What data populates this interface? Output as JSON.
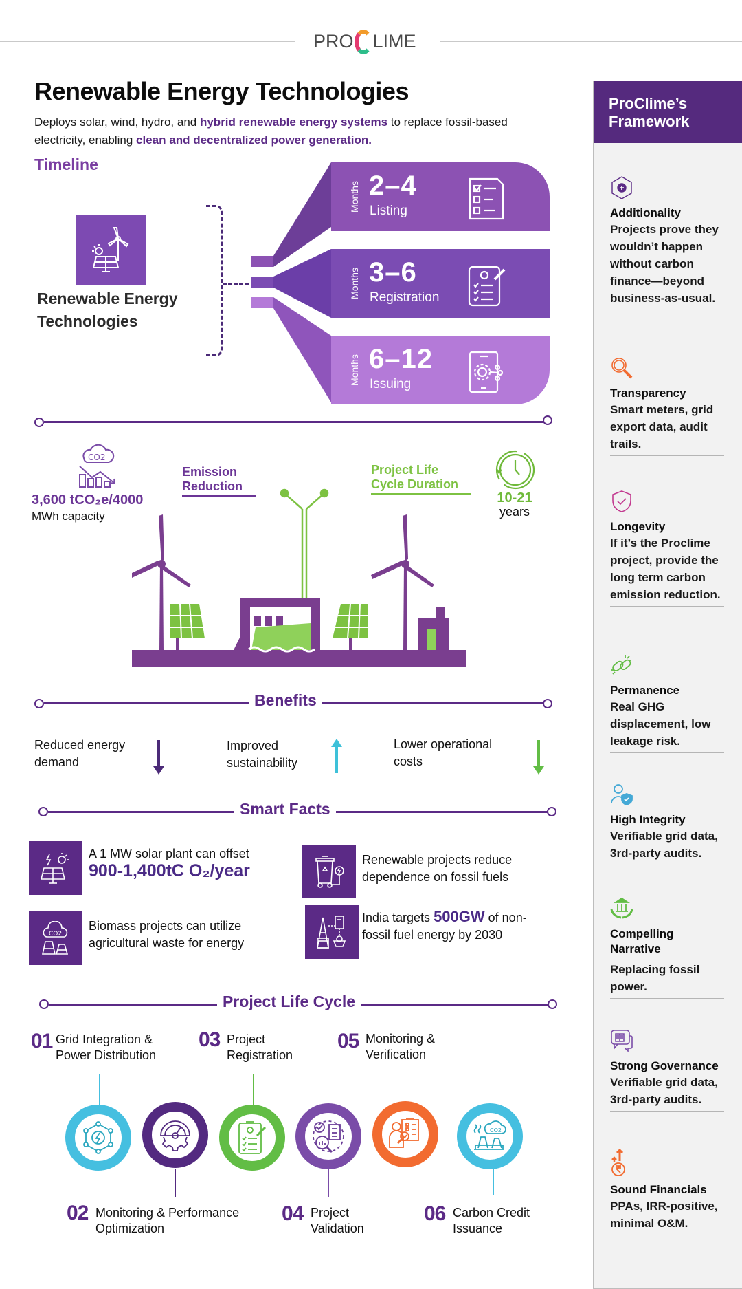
{
  "brand": {
    "logo_left": "PRO",
    "logo_right": "LIME"
  },
  "header": {
    "title": "Renewable Energy Technologies",
    "subtitle_parts": [
      "Deploys solar, wind, hydro, and ",
      "hybrid renewable energy systems",
      " to replace fossil-based electricity, enabling ",
      "clean and decentralized power generation."
    ]
  },
  "timeline": {
    "heading": "Timeline",
    "technology_label": "Renewable Energy Technologies",
    "stages": [
      {
        "unit": "Months",
        "range": "2–4",
        "label": "Listing",
        "icon": "checklist-icon",
        "color": "#8c52b3"
      },
      {
        "unit": "Months",
        "range": "3–6",
        "label": "Registration",
        "icon": "clipboard-user-icon",
        "color": "#7b4cb3"
      },
      {
        "unit": "Months",
        "range": "6–12",
        "label": "Issuing",
        "icon": "tablet-gear-icon",
        "color": "#b47ad8"
      }
    ]
  },
  "emission": {
    "value": "3,600 tCO₂e/4000",
    "value_sub": "MWh capacity",
    "label": "Emission Reduction",
    "lifecycle_label": "Project Life Cycle Duration",
    "lifecycle_value": "10-21",
    "lifecycle_unit": "years"
  },
  "benefits": {
    "heading": "Benefits",
    "items": [
      {
        "text": "Reduced energy demand",
        "direction": "down",
        "color": "#4b2a78"
      },
      {
        "text": "Improved sustainability",
        "direction": "up",
        "color": "#3ec1d9"
      },
      {
        "text": "Lower operational costs",
        "direction": "down",
        "color": "#62bd45"
      }
    ]
  },
  "smart_facts": {
    "heading": "Smart Facts",
    "items": [
      {
        "text": "A 1 MW solar plant can offset",
        "highlight": "900-1,400tC O₂/year",
        "icon": "solar-panel-icon"
      },
      {
        "text": "Renewable projects reduce dependence on fossil fuels",
        "icon": "recycle-bin-icon"
      },
      {
        "text": "Biomass projects can utilize agricultural waste for energy",
        "icon": "co2-factory-icon"
      },
      {
        "text_before": "India targets ",
        "highlight": "500GW",
        "text_after": " of non-fossil fuel energy by 2030",
        "icon": "energy-sources-icon"
      }
    ]
  },
  "life_cycle": {
    "heading": "Project Life Cycle",
    "steps": [
      {
        "num": "01",
        "label": "Grid Integration & Power Distribution",
        "color": "#45bfe0",
        "icon": "grid-network-icon"
      },
      {
        "num": "02",
        "label": "Monitoring & Performance Optimization",
        "color": "#532a80",
        "icon": "gauge-gear-icon"
      },
      {
        "num": "03",
        "label": "Project Registration",
        "color": "#62bd45",
        "icon": "clipboard-user-icon"
      },
      {
        "num": "04",
        "label": "Project Validation",
        "color": "#7a4ca8",
        "icon": "validation-search-icon"
      },
      {
        "num": "05",
        "label": "Monitoring & Verification",
        "color": "#f26b30",
        "icon": "inspector-checklist-icon"
      },
      {
        "num": "06",
        "label": "Carbon Credit Issuance",
        "color": "#45bfe0",
        "icon": "co2-factory-icon"
      }
    ]
  },
  "framework": {
    "heading": "ProClime’s Framework",
    "items": [
      {
        "title": "Additionality",
        "desc": "Projects prove they wouldn’t happen without carbon finance—beyond business-as-usual.",
        "icon": "hexagon-plus-icon",
        "color": "#5b2a86"
      },
      {
        "title": "Transparency",
        "desc": "Smart meters, grid export data, audit trails.",
        "icon": "magnifier-icon",
        "color": "#f26b30"
      },
      {
        "title": "Longevity",
        "desc": "If it’s the Proclime project, provide the long term carbon emission reduction.",
        "icon": "shield-check-icon",
        "color": "#c2398f"
      },
      {
        "title": "Permanence",
        "desc": "Real GHG displacement, low leakage risk.",
        "icon": "chain-link-icon",
        "color": "#62bd45"
      },
      {
        "title": "High Integrity",
        "desc": "Verifiable grid data, 3rd-party audits.",
        "icon": "user-shield-icon",
        "color": "#45a9d6"
      },
      {
        "title": "Compelling Narrative",
        "desc": "Replacing fossil power.",
        "icon": "bank-hands-icon",
        "color": "#62bd45"
      },
      {
        "title": "Strong Governance",
        "desc": "Verifiable grid data, 3rd-party audits.",
        "icon": "book-chat-icon",
        "color": "#7a4ca8"
      },
      {
        "title": "Sound Financials",
        "desc": "PPAs, IRR-positive, minimal O&M.",
        "icon": "rupee-growth-icon",
        "color": "#f26b30"
      }
    ]
  }
}
